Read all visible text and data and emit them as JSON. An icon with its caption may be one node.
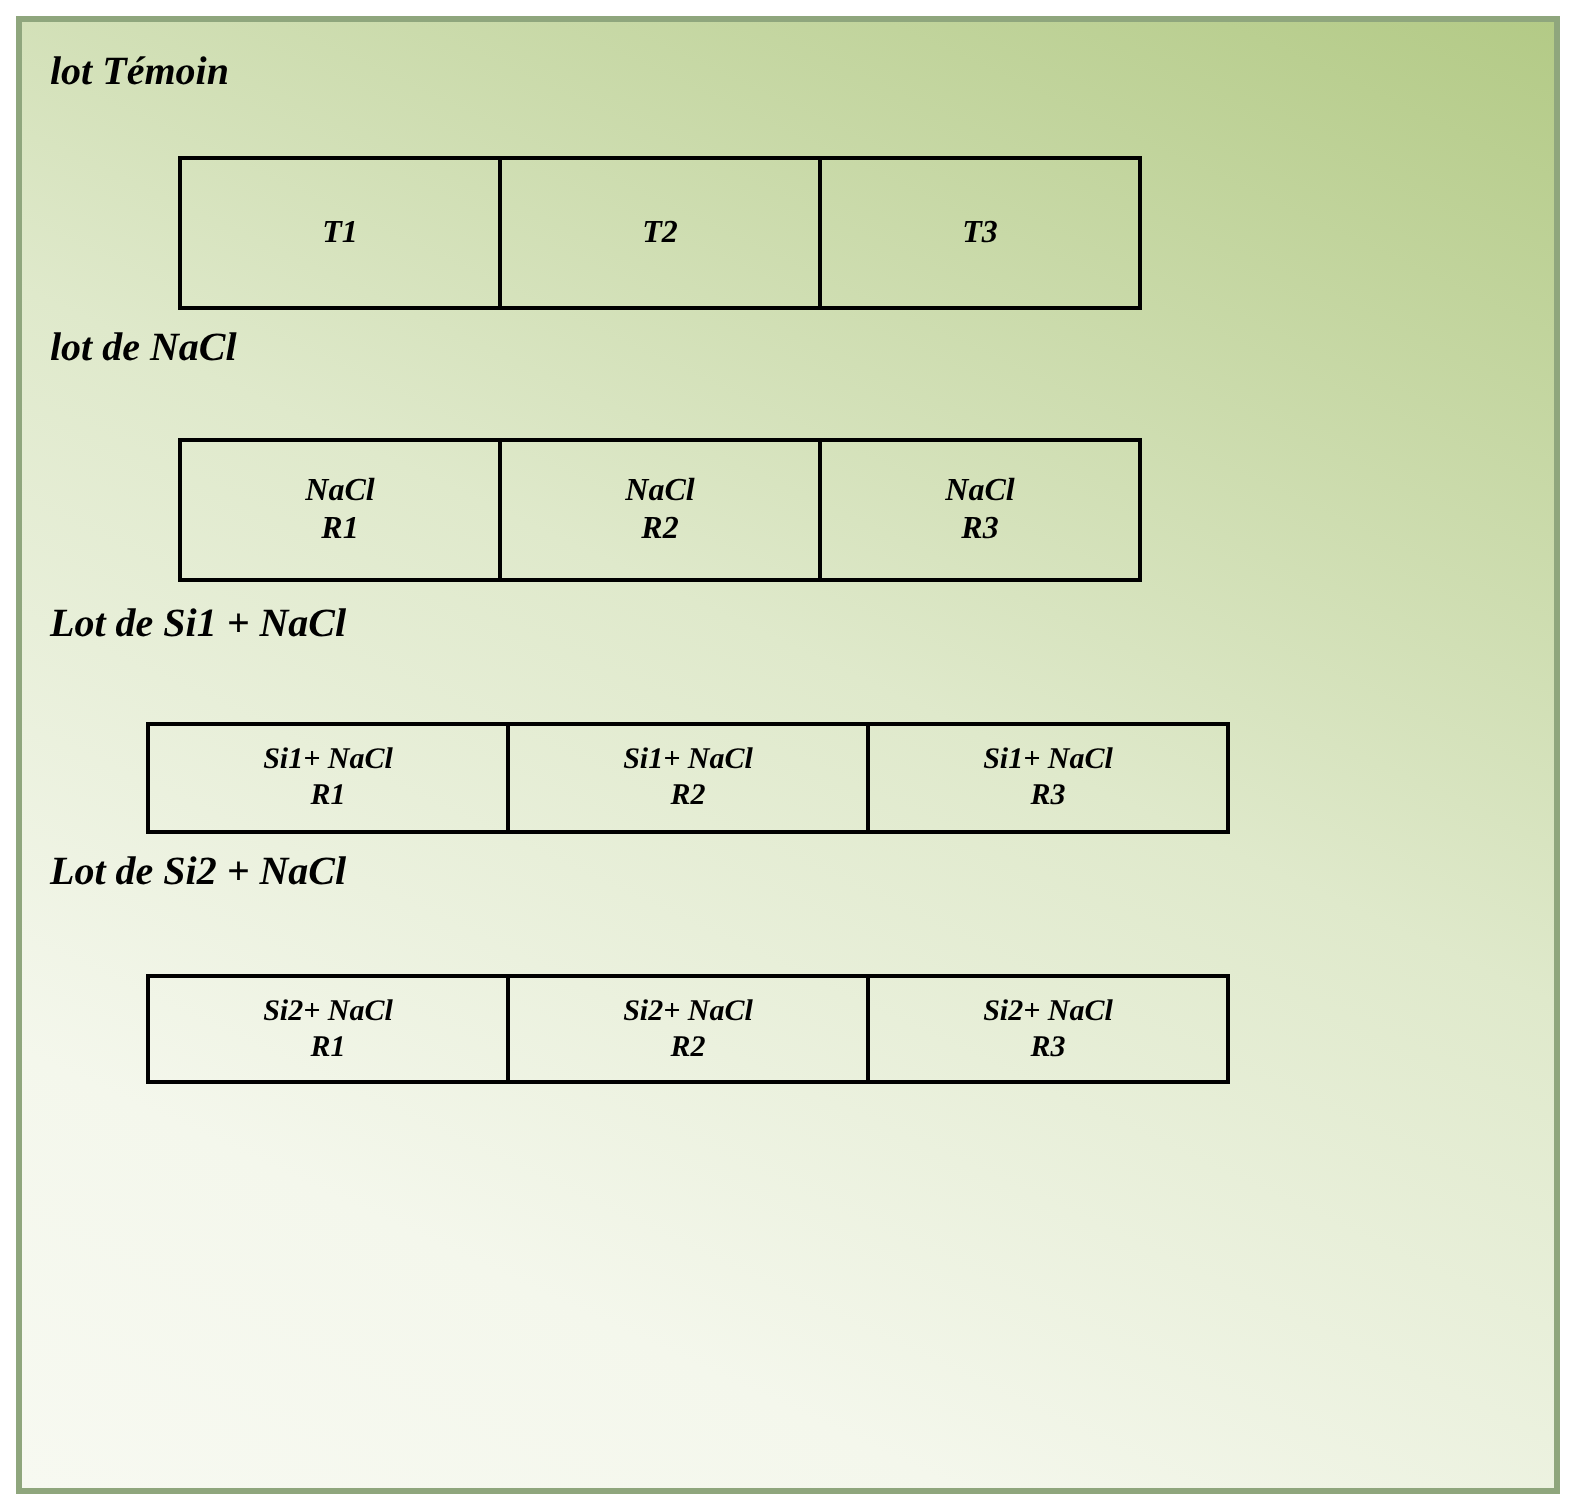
{
  "diagram": {
    "nodes": [
      {
        "text": [
          "lot Témoin",
          "lot de NaCl",
          "Lot de Si1 + NaCl",
          "Lot de Si2 + NaCl"
        ]
      },
      {
        "text": [
          "T1"
        ],
        "in": 0
      },
      {
        "text": [
          "T2"
        ],
        "in": 0
      },
      {
        "text": [
          "T3"
        ],
        "in": 0
      },
      {
        "text": [
          "NaCl R1"
        ],
        "in": 0
      },
      {
        "text": [
          "NaCl R2"
        ],
        "in": 0
      },
      {
        "text": [
          "NaCl R3"
        ],
        "in": 0
      },
      {
        "text": [
          "Si1+ NaCl R1"
        ],
        "in": 0
      },
      {
        "text": [
          "Si1+ NaCl R2"
        ],
        "in": 0
      },
      {
        "text": [
          "Si1+ NaCl R3"
        ],
        "in": 0
      },
      {
        "text": [
          "Si2+ NaCl R1"
        ],
        "in": 0
      },
      {
        "text": [
          "Si2+ NaCl R2"
        ],
        "in": 0
      },
      {
        "text": [
          "Si2+ NaCl R3"
        ],
        "in": 0
      }
    ]
  }
}
